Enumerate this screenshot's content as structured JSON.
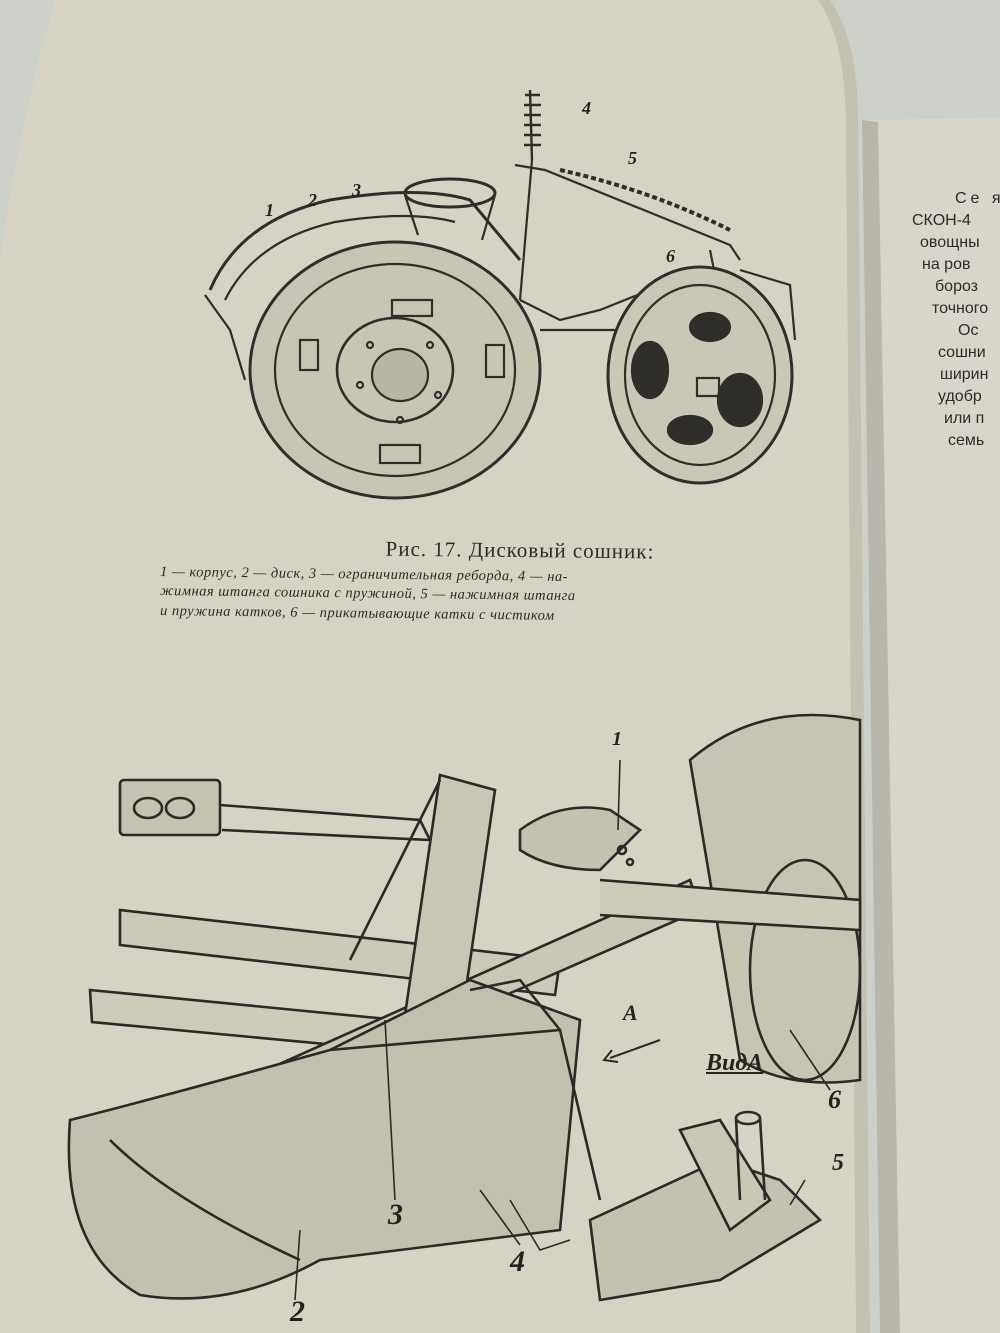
{
  "caption": {
    "title": "Рис. 17. Дисковый сошник:",
    "lines": [
      "1 — корпус, 2 — диск, 3 — ограничительная реборда, 4 — на-",
      "жимная штанга сошника с пружиной, 5 — нажимная штанга",
      "и пружина катков, 6 — прикатывающие катки с чистиком"
    ]
  },
  "figure_top_labels": [
    "1",
    "2",
    "3",
    "4",
    "5",
    "6"
  ],
  "figure_bottom_labels": [
    "1",
    "2",
    "3",
    "4",
    "5",
    "6",
    "A",
    "ВидA"
  ],
  "right_page_fragments": [
    "Се я",
    "СКОН-4",
    "овощны",
    "на ров",
    "бороз",
    "точного",
    "Ос",
    "сошни",
    "ширин",
    "удобр",
    "или п",
    "семь"
  ],
  "colors": {
    "paper": "#d6d3c4",
    "ink": "#2b2b27",
    "background": "#cfd1c9"
  }
}
